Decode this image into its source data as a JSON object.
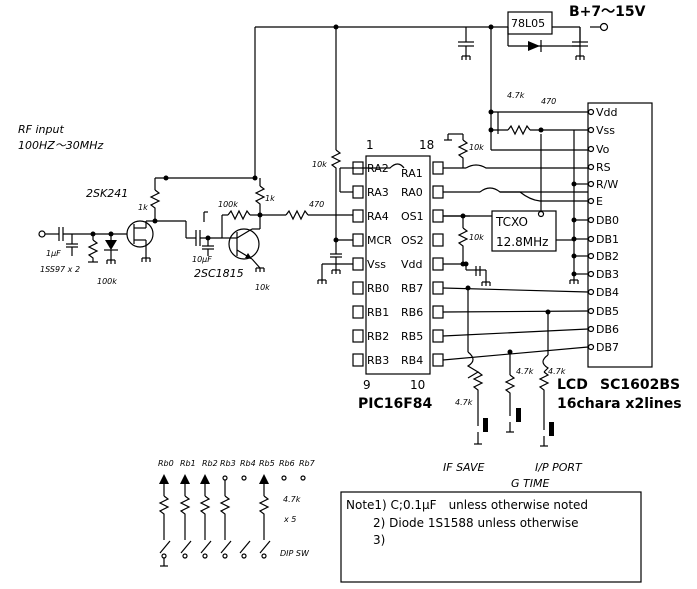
{
  "header": {
    "supply_label": "B+7～15V",
    "regulator": "78L05"
  },
  "rf_section": {
    "title_line1": "RF input",
    "title_line2": "100HZ～30MHz",
    "fet": "2SK241",
    "transistor": "2SC1815",
    "diodes": "1SS97 x 2",
    "cap_input": "1μF",
    "cap_coupling": "10μF",
    "r_fet_drain": "1k",
    "r_100k_a": "100k",
    "r_100k_b": "100k",
    "r_1k_b": "1k",
    "r_10k": "10k",
    "r_470": "470"
  },
  "mcu": {
    "name": "PIC16F84",
    "pin1": "1",
    "pin18": "18",
    "pin9": "9",
    "pin10": "10",
    "left_pins": [
      "RA2",
      "RA3",
      "RA4",
      "MCR",
      "Vss",
      "RB0",
      "RB1",
      "RB2",
      "RB3"
    ],
    "right_pins": [
      "RA1",
      "RA0",
      "OS1",
      "OS2",
      "Vdd",
      "RB7",
      "RB6",
      "RB5",
      "RB4"
    ],
    "r_10k_mclr": "10k",
    "r_10k_a": "10k",
    "r_10k_b": "10k",
    "r_470_in": "470",
    "r_47k": "4.7k"
  },
  "tcxo": {
    "line1": "TCXO",
    "line2": "12.8MHz"
  },
  "lcd": {
    "model": "SC1602BS",
    "label": "LCD",
    "desc": "16chara x2lines",
    "pins": [
      "Vdd",
      "Vss",
      "Vo",
      "RS",
      "R/W",
      "E",
      "DB0",
      "DB1",
      "DB2",
      "DB3",
      "DB4",
      "DB5",
      "DB6",
      "DB7"
    ],
    "r_47k": "4.7k",
    "r_470": "470"
  },
  "buttons": {
    "r_a": "4.7k",
    "r_b": "4.7k",
    "r_c": "4.7k",
    "label_if_save": "IF SAVE",
    "label_ip_port": "I/P PORT",
    "label_g_time": "G TIME"
  },
  "dip": {
    "labels": [
      "Rb0",
      "Rb1",
      "Rb2",
      "Rb3",
      "Rb4",
      "Rb5",
      "Rb6",
      "Rb7"
    ],
    "r_value": "4.7k",
    "r_count": "x 5",
    "sw_label": "DIP SW"
  },
  "notes": {
    "line1": "Note1) C;0.1μF　unless otherwise noted",
    "line2": "2) Diode 1S1588 unless otherwise",
    "line3": "3)"
  }
}
